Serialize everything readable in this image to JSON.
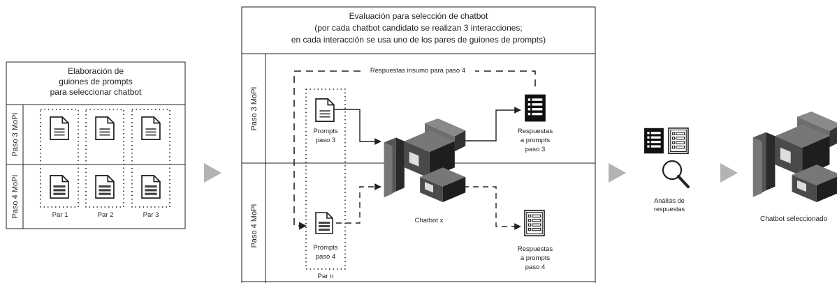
{
  "panel1": {
    "title": [
      "Elaboración de",
      "guiones de prompts",
      "para seleccionar chatbot"
    ],
    "row_paso3": "Paso 3 MoPI",
    "row_paso4": "Paso 4 MoPI",
    "pairs": [
      "Par 1",
      "Par 2",
      "Par 3"
    ]
  },
  "panel2": {
    "title": [
      "Evaluación para selección de chatbot",
      "(por cada chatbot candidato se realizan 3 interacciones;",
      "en cada interacción se usa uno de los pares de guiones de prompts)"
    ],
    "row_paso3": "Paso 3 MoPI",
    "row_paso4": "Paso 4 MoPI",
    "feedback": "Respuestas insumo para paso 4",
    "prompts3": [
      "Prompts",
      "paso 3"
    ],
    "prompts4": [
      "Prompts",
      "paso 4"
    ],
    "pair_n": "Par n",
    "chatbot": "Chatbot x",
    "resp3": [
      "Respuestas",
      "a prompts",
      "paso 3"
    ],
    "resp4": [
      "Respuestas",
      "a prompts",
      "paso 4"
    ]
  },
  "analysis": [
    "Análisis de",
    "respuestas"
  ],
  "selected": "Chatbot seleccionado",
  "colors": {
    "line": "#222222",
    "arrow": "#b3b3b3",
    "logo_top": "#6e6e6e",
    "logo_side": "#3a3a3a",
    "logo_dark": "#1a1a1a"
  }
}
